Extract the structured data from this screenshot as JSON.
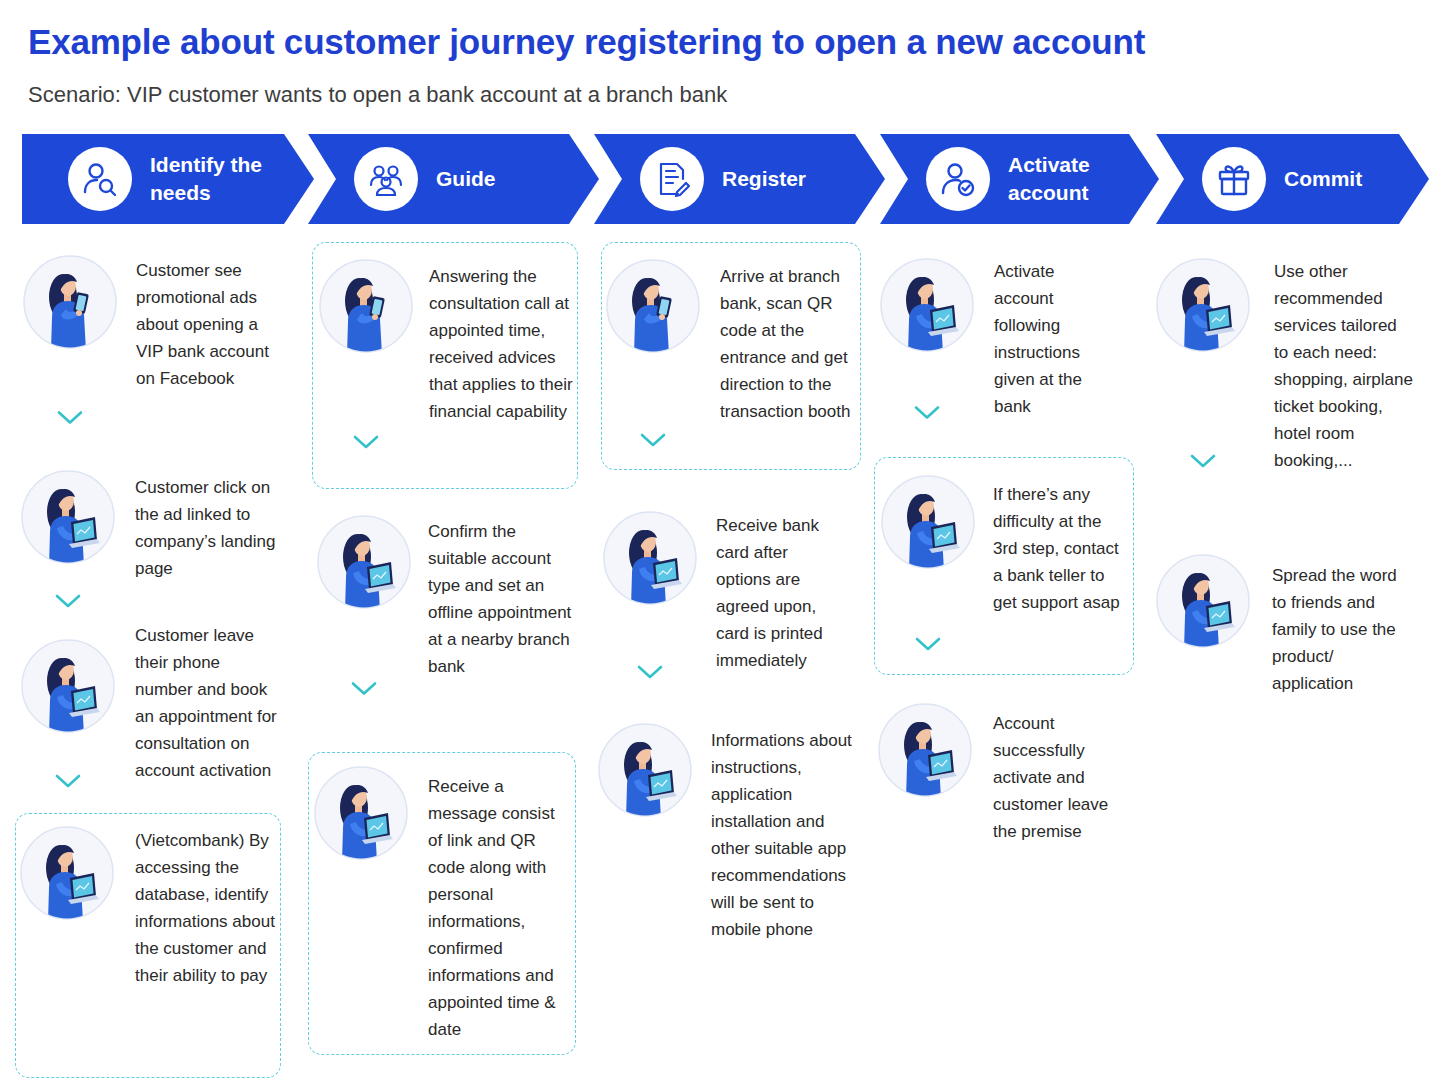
{
  "diagram": {
    "title": "Example about customer journey registering to open a new account",
    "caption": "Scenario: VIP customer wants to open a bank account at a branch bank",
    "nodes": [
      {
        "text": [
          "Identify the needs"
        ]
      },
      {
        "text": [
          "Guide"
        ]
      },
      {
        "text": [
          "Register"
        ]
      },
      {
        "text": [
          "Activate account"
        ]
      },
      {
        "text": [
          "Commit"
        ]
      },
      {
        "text": [
          "Customer see promotional ads about opening a VIP bank account on Facebook"
        ]
      },
      {
        "text": [
          "Customer click on the ad linked to company’s landing page"
        ]
      },
      {
        "text": [
          "Customer leave their phone number and book an appointment for consultation on account activation"
        ]
      },
      {
        "text": [
          "(Vietcombank) By accessing the database, identify informations about the customer and their ability to pay"
        ]
      },
      {
        "text": [
          "Answering the consultation call at appointed time, received advices that applies to their financial capability"
        ]
      },
      {
        "text": [
          "Confirm the suitable account type and set an offline appointment at a nearby branch bank"
        ]
      },
      {
        "text": [
          "Receive a message consist of link and QR code along with personal informations, confirmed informations and appointed time & date"
        ]
      },
      {
        "text": [
          "Arrive at branch bank, scan QR code at the entrance and get direction to the transaction booth"
        ]
      },
      {
        "text": [
          "Receive bank card after options are agreed upon, card is printed immediately"
        ]
      },
      {
        "text": [
          "Informations about instructions, application installation and other suitable app recommendations will be sent to mobile phone"
        ]
      },
      {
        "text": [
          "Activate account following instructions given at the bank"
        ]
      },
      {
        "text": [
          "If there’s any difficulty at the 3rd step, contact a bank teller to get support asap"
        ]
      },
      {
        "text": [
          "Account successfully activate and customer leave the premise"
        ]
      },
      {
        "text": [
          "Use other recommended services tailored to each need: shopping, airplane ticket booking, hotel room booking,..."
        ]
      },
      {
        "text": [
          "Spread the word to friends and family to use the product/ application"
        ]
      }
    ],
    "edges": [
      {
        "from": 5,
        "to": 6,
        "arrow": "to"
      },
      {
        "from": 6,
        "to": 7,
        "arrow": "to"
      },
      {
        "from": 7,
        "to": 8,
        "arrow": "to"
      },
      {
        "from": 9,
        "to": 10,
        "arrow": "to"
      },
      {
        "from": 10,
        "to": 11,
        "arrow": "to"
      },
      {
        "from": 12,
        "to": 13,
        "arrow": "to"
      },
      {
        "from": 13,
        "to": 14,
        "arrow": "to"
      },
      {
        "from": 15,
        "to": 16,
        "arrow": "to"
      },
      {
        "from": 16,
        "to": 17,
        "arrow": "to"
      },
      {
        "from": 18,
        "to": 19,
        "arrow": "to"
      }
    ]
  }
}
